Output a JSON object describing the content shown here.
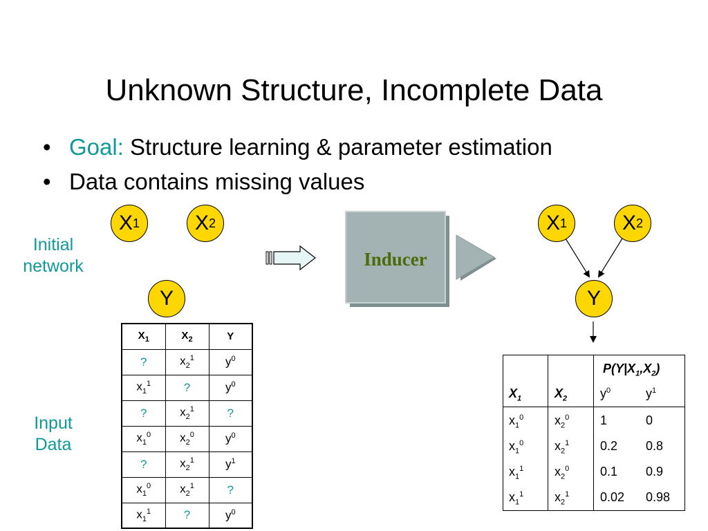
{
  "title": "Unknown Structure, Incomplete Data",
  "bullets": [
    {
      "prefix": "Goal:",
      "text": "Structure learning & parameter estimation"
    },
    {
      "prefix": "",
      "text": "Data contains missing values"
    }
  ],
  "labels": {
    "initial_network_line1": "Initial",
    "initial_network_line2": "network",
    "input_data_line1": "Input",
    "input_data_line2": "Data",
    "inducer": "Inducer"
  },
  "nodes": {
    "x": "X",
    "y": "Y",
    "sub1": "1",
    "sub2": "2"
  },
  "colors": {
    "node_fill": "#ffd700",
    "accent": "#119999",
    "inducer_box": "#a3b2b2",
    "inducer_text": "#4b6a0a"
  },
  "data_table": {
    "headers": [
      {
        "base": "X",
        "sub": "1",
        "sup": ""
      },
      {
        "base": "X",
        "sub": "2",
        "sup": ""
      },
      {
        "base": "Y",
        "sub": "",
        "sup": ""
      }
    ],
    "rows": [
      [
        {
          "base": "?",
          "sub": "",
          "sup": ""
        },
        {
          "base": "x",
          "sub": "2",
          "sup": "1"
        },
        {
          "base": "y",
          "sub": "",
          "sup": "0"
        }
      ],
      [
        {
          "base": "x",
          "sub": "1",
          "sup": "1"
        },
        {
          "base": "?",
          "sub": "",
          "sup": ""
        },
        {
          "base": "y",
          "sub": "",
          "sup": "0"
        }
      ],
      [
        {
          "base": "?",
          "sub": "",
          "sup": ""
        },
        {
          "base": "x",
          "sub": "2",
          "sup": "1"
        },
        {
          "base": "?",
          "sub": "",
          "sup": ""
        }
      ],
      [
        {
          "base": "x",
          "sub": "1",
          "sup": "0"
        },
        {
          "base": "x",
          "sub": "2",
          "sup": "0"
        },
        {
          "base": "y",
          "sub": "",
          "sup": "0"
        }
      ],
      [
        {
          "base": "?",
          "sub": "",
          "sup": ""
        },
        {
          "base": "x",
          "sub": "2",
          "sup": "1"
        },
        {
          "base": "y",
          "sub": "",
          "sup": "1"
        }
      ],
      [
        {
          "base": "x",
          "sub": "1",
          "sup": "0"
        },
        {
          "base": "x",
          "sub": "2",
          "sup": "1"
        },
        {
          "base": "?",
          "sub": "",
          "sup": ""
        }
      ],
      [
        {
          "base": "x",
          "sub": "1",
          "sup": "1"
        },
        {
          "base": "?",
          "sub": "",
          "sup": ""
        },
        {
          "base": "y",
          "sub": "",
          "sup": "0"
        }
      ]
    ]
  },
  "cpt": {
    "header": {
      "p": "P(Y|X",
      "s1": "1",
      "comma": ",X",
      "s2": "2",
      "close": ")"
    },
    "col_x1": {
      "base": "X",
      "sub": "1"
    },
    "col_x2": {
      "base": "X",
      "sub": "2"
    },
    "col_y0": {
      "base": "y",
      "sup": "0"
    },
    "col_y1": {
      "base": "y",
      "sup": "1"
    },
    "rows": [
      {
        "x1": {
          "base": "x",
          "sub": "1",
          "sup": "0"
        },
        "x2": {
          "base": "x",
          "sub": "2",
          "sup": "0"
        },
        "p0": "1",
        "p1": "0"
      },
      {
        "x1": {
          "base": "x",
          "sub": "1",
          "sup": "0"
        },
        "x2": {
          "base": "x",
          "sub": "2",
          "sup": "1"
        },
        "p0": "0.2",
        "p1": "0.8"
      },
      {
        "x1": {
          "base": "x",
          "sub": "1",
          "sup": "1"
        },
        "x2": {
          "base": "x",
          "sub": "2",
          "sup": "0"
        },
        "p0": "0.1",
        "p1": "0.9"
      },
      {
        "x1": {
          "base": "x",
          "sub": "1",
          "sup": "1"
        },
        "x2": {
          "base": "x",
          "sub": "2",
          "sup": "1"
        },
        "p0": "0.02",
        "p1": "0.98"
      }
    ]
  }
}
